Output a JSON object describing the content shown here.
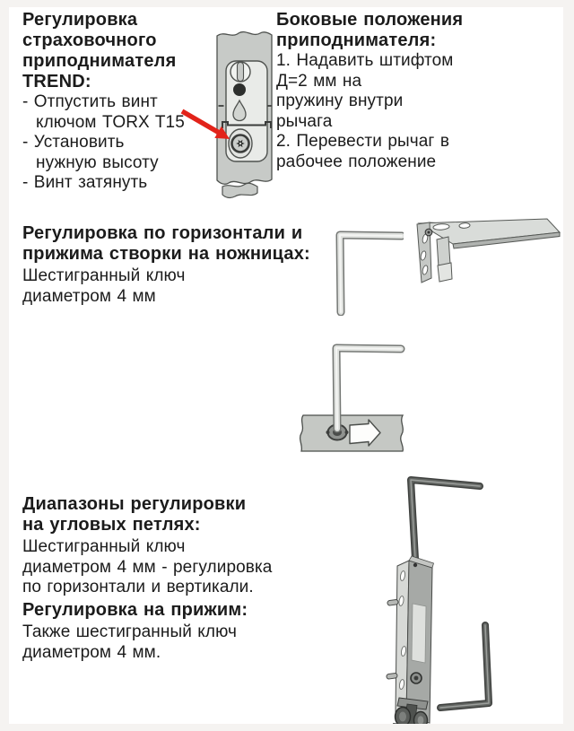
{
  "page": {
    "background": "#ffffff",
    "frame_color": "#f5f3f1",
    "text_color": "#1b1b1b",
    "arrow_color": "#e2231a"
  },
  "sections": {
    "trend": {
      "heading_lines": [
        "Регулировка",
        "страховочного",
        "приподнимателя",
        "TREND:"
      ],
      "list_lines": [
        "- Отпустить винт",
        "ключом TORX T15",
        "- Установить",
        "нужную высоту",
        "- Винт затянуть"
      ]
    },
    "side_positions": {
      "heading_lines": [
        "Боковые положения",
        "приподнимателя:"
      ],
      "body_lines": [
        "1. Надавить штифтом",
        "Д=2 мм на",
        "пружину внутри",
        "рычага",
        "2. Перевести рычаг в",
        "рабочее положение"
      ]
    },
    "scissors": {
      "heading_lines": [
        "Регулировка по горизонтали и",
        "прижима створки на ножницах:"
      ],
      "body_lines": [
        "Шестигранный ключ",
        "диаметром 4 мм"
      ]
    },
    "corner_hinges": {
      "heading_lines": [
        "Диапазоны регулировки",
        "на угловых петлях:"
      ],
      "body_lines": [
        "Шестигранный ключ",
        "диаметром 4 мм - регулировка",
        "по горизонтали и вертикали."
      ]
    },
    "clamp": {
      "heading_lines": [
        "Регулировка на прижим:"
      ],
      "body_lines": [
        "Также шестигранный ключ",
        "диаметром 4 мм."
      ]
    }
  },
  "illustrations": {
    "trend_rail": "trend-lifter-rail-with-torx-screw",
    "hex_key": "hex-key-4mm",
    "scissor_bracket": "scissor-stay-bracket",
    "key_in_plate": "hex-key-inserted-in-rail",
    "corner_hinge": "corner-hinge-with-hex-keys"
  }
}
